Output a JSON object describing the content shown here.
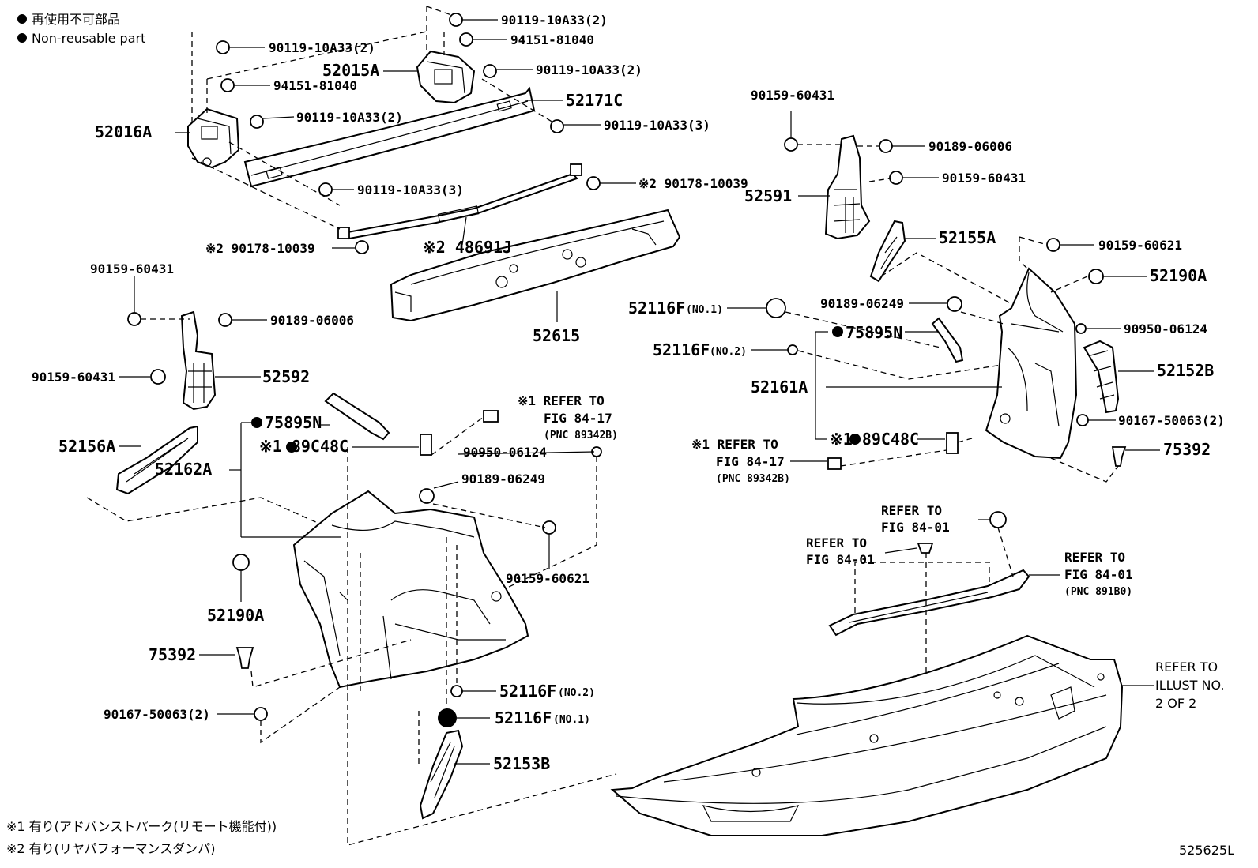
{
  "legend": {
    "reusable_jp": "再使用不可部品",
    "reusable_en": "Non-reusable part"
  },
  "footnotes": {
    "note1": "※1 有り(アドバンストパーク(リモート機能付))",
    "note2": "※2 有り(リヤパフォーマンスダンパ)"
  },
  "illustration_number": "525625L",
  "labels": {
    "p52015A": "52015A",
    "p52016A": "52016A",
    "p52171C": "52171C",
    "p90119_10A33_2_a": "90119-10A33(2)",
    "p94151_81040_a": "94151-81040",
    "p90119_10A33_2_b": "90119-10A33(2)",
    "p90119_10A33_2_c": "90119-10A33(2)",
    "p94151_81040_b": "94151-81040",
    "p90119_10A33_2_d": "90119-10A33(2)",
    "p90119_10A33_3_a": "90119-10A33(3)",
    "p90119_10A33_3_b": "90119-10A33(3)",
    "p90178_10039_a": "※2 90178-10039",
    "p90178_10039_b": "※2 90178-10039",
    "p48691J": "※2 48691J",
    "p52615": "52615",
    "p90159_60431_a": "90159-60431",
    "p90189_06006_a": "90189-06006",
    "p90159_60431_b": "90159-60431",
    "p52591": "52591",
    "p52155A": "52155A",
    "p90159_60621_a": "90159-60621",
    "p52190A_a": "52190A",
    "p90189_06249_a": "90189-06249",
    "p52116F_no1_a": "52116F",
    "p52116F_no1_a_sfx": "(NO.1)",
    "p75895N_a": "75895N",
    "p52116F_no2_a": "52116F",
    "p52116F_no2_a_sfx": "(NO.2)",
    "p90950_06124_a": "90950-06124",
    "p52152B": "52152B",
    "p52161A": "52161A",
    "p90167_50063_2_a": "90167-50063(2)",
    "p89C48C_a": "※1 89C48C",
    "p75392_a": "75392",
    "refer_84_17_a_1": "※1 REFER TO",
    "refer_84_17_a_2": "FIG 84-17",
    "refer_84_17_a_3": "(PNC 89342B)",
    "p90159_60431_c": "90159-60431",
    "p90189_06006_b": "90189-06006",
    "p90159_60431_d": "90159-60431",
    "p52592": "52592",
    "p52156A": "52156A",
    "p75895N_b": "75895N",
    "p89C48C_b": "※1 89C48C",
    "p52162A": "52162A",
    "refer_84_17_b_1": "※1 REFER TO",
    "refer_84_17_b_2": "FIG 84-17",
    "refer_84_17_b_3": "(PNC 89342B)",
    "p90950_06124_b": "90950-06124",
    "p90189_06249_b": "90189-06249",
    "p90159_60621_b": "90159-60621",
    "p52190A_b": "52190A",
    "p75392_b": "75392",
    "p90167_50063_2_b": "90167-50063(2)",
    "p52116F_no2_b": "52116F",
    "p52116F_no2_b_sfx": "(NO.2)",
    "p52116F_no1_b": "52116F",
    "p52116F_no1_b_sfx": "(NO.1)",
    "p52153B": "52153B",
    "refer_84_01_a_1": "REFER TO",
    "refer_84_01_a_2": "FIG 84-01",
    "refer_84_01_b_1": "REFER TO",
    "refer_84_01_b_2": "FIG 84-01",
    "refer_84_01_c_1": "REFER TO",
    "refer_84_01_c_2": "FIG 84-01",
    "refer_84_01_c_3": "(PNC 891B0)",
    "refer_illust_1": "REFER TO",
    "refer_illust_2": "ILLUST NO.",
    "refer_illust_3": "2 OF 2"
  }
}
